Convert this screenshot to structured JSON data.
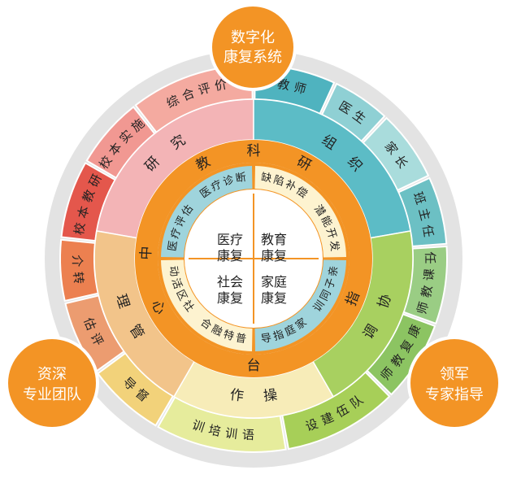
{
  "badges": {
    "top": {
      "line1": "数字化",
      "line2": "康复系统"
    },
    "left": {
      "line1": "资深",
      "line2": "专业团队"
    },
    "right": {
      "line1": "领军",
      "line2": "专家指导"
    }
  },
  "outer_ring": {
    "items": [
      {
        "label": "教师",
        "color": "#4fb3bf"
      },
      {
        "label": "医生",
        "color": "#8fd0d4"
      },
      {
        "label": "家长",
        "color": "#a9dcdc"
      },
      {
        "label": "班主任",
        "color": "#6cc0c4"
      },
      {
        "label": "任课教师",
        "color": "#9acd84"
      },
      {
        "label": "康复教师",
        "color": "#8cc462"
      },
      {
        "label": "队伍建设",
        "color": "#a7cf58"
      },
      {
        "label": "语训培训",
        "color": "#e6ec9c"
      },
      {
        "label": "督导",
        "color": "#f2d27a"
      },
      {
        "label": "评估",
        "color": "#ec9c70"
      },
      {
        "label": "转介",
        "color": "#ec8050"
      },
      {
        "label": "校本教研",
        "color": "#e4574c"
      },
      {
        "label": "校本实施",
        "color": "#f19892"
      },
      {
        "label": "综合评价",
        "color": "#f4aaa0"
      }
    ]
  },
  "middle_ring": {
    "sectors": [
      {
        "label": "研究",
        "color": "#f3b4b6"
      },
      {
        "label": "组织",
        "color": "#5cbcc6"
      },
      {
        "label": "协调",
        "color": "#a8d060"
      },
      {
        "label": "操作",
        "color": "#f7ecb8"
      },
      {
        "label": "管理",
        "color": "#f2c48a"
      }
    ]
  },
  "orange_ring": {
    "top_text": "教科研",
    "right_text": "指",
    "bottom_text": "台",
    "left_text": "心中",
    "color": "#f39425"
  },
  "inner_ring": {
    "items": [
      {
        "label": "缺陷补偿 潜能开发",
        "color": "#fdf3d0"
      },
      {
        "label": "亲子同训 家庭指导",
        "color": "#9fd4dc"
      },
      {
        "label": "普特融合 社区活动",
        "color": "#fdf3d0"
      },
      {
        "label": "医疗评估 医疗诊断",
        "color": "#9fd4dc"
      }
    ]
  },
  "center": {
    "cells": [
      {
        "line1": "医疗",
        "line2": "康复"
      },
      {
        "line1": "教育",
        "line2": "康复"
      },
      {
        "line1": "社会",
        "line2": "康复"
      },
      {
        "line1": "家庭",
        "line2": "康复"
      }
    ]
  },
  "colors": {
    "badge": "#f39425",
    "gray_ring": "#e3e3e3",
    "text": "#222222"
  }
}
